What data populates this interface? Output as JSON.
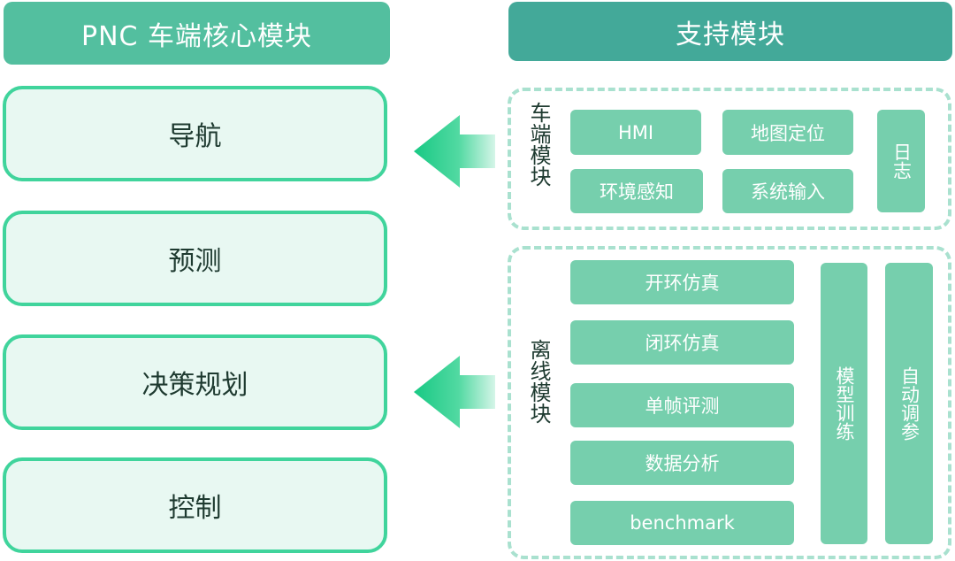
{
  "headers": {
    "left": "PNC 车端核心模块",
    "right": "支持模块"
  },
  "core_modules": [
    "导航",
    "预测",
    "决策规划",
    "控制"
  ],
  "vehicle_side": {
    "label": "车端模块",
    "items": [
      "HMI",
      "地图定位",
      "环境感知",
      "系统输入"
    ],
    "log": "日志"
  },
  "offline": {
    "label": "离线模块",
    "items": [
      "开环仿真",
      "闭环仿真",
      "单帧评测",
      "数据分析",
      "benchmark"
    ],
    "model_training": "模型训练",
    "auto_tuning": "自动调参"
  },
  "colors": {
    "header_left": "#53bf9f",
    "header_right": "#43a999",
    "core_border": "#40d49c",
    "core_fill": "#e8f8f2",
    "chip": "#76cfad",
    "dashed": "#a9e1cf",
    "arrow": "#2fd08f"
  }
}
